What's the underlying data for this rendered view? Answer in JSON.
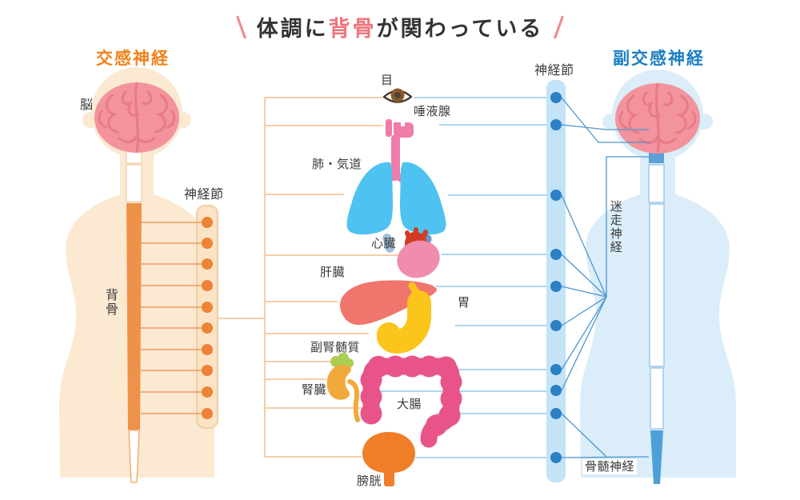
{
  "title": {
    "prefix": "体調に",
    "highlight": "背骨",
    "suffix": "が関わっている"
  },
  "left_figure": {
    "title": "交感神経",
    "brain": "脳",
    "ganglion": "神経節",
    "spine": "背骨"
  },
  "right_figure": {
    "title": "副交感神経",
    "ganglion": "神経節",
    "vagus": "迷走神経",
    "spinal_nerve": "骨髄神経"
  },
  "organs": [
    {
      "label": "目",
      "icon": "eye-icon",
      "color": "#8A5A2B"
    },
    {
      "label": "唾液腺",
      "icon": "salivary-gland-icon",
      "color": "#F07CA9"
    },
    {
      "label": "肺・気道",
      "icon": "lungs-icon",
      "color": "#4EC2F0"
    },
    {
      "label": "心臓",
      "icon": "heart-icon",
      "color": "#F08CAD"
    },
    {
      "label": "肝臓",
      "icon": "liver-icon",
      "color": "#F0756C"
    },
    {
      "label": "胃",
      "icon": "stomach-icon",
      "color": "#FBC51B"
    },
    {
      "label": "副腎髄質",
      "icon": "adrenal-icon",
      "color": "#AACE52"
    },
    {
      "label": "腎臓",
      "icon": "kidney-icon",
      "color": "#F2A93B"
    },
    {
      "label": "大腸",
      "icon": "colon-icon",
      "color": "#E8548A"
    },
    {
      "label": "膀胱",
      "icon": "bladder-icon",
      "color": "#F07D28"
    }
  ],
  "colors": {
    "sympathetic": "#F0821C",
    "parasympathetic": "#1A7FC1",
    "title_highlight": "#F0737C",
    "body_left": "#FBE9D2",
    "body_right": "#DAEDF9",
    "ganglion_bar_left": "#FAE3C6",
    "ganglion_bar_right": "#C3E3F6",
    "ganglion_dot_left": "#EC8234",
    "ganglion_dot_right": "#2B80C5",
    "connector_left": "#F4BE8D",
    "connector_right": "#93C6E9",
    "brain": "#F2939D",
    "spine_left": "#EF9249",
    "spine_right_segment": "#4D9FD8"
  }
}
